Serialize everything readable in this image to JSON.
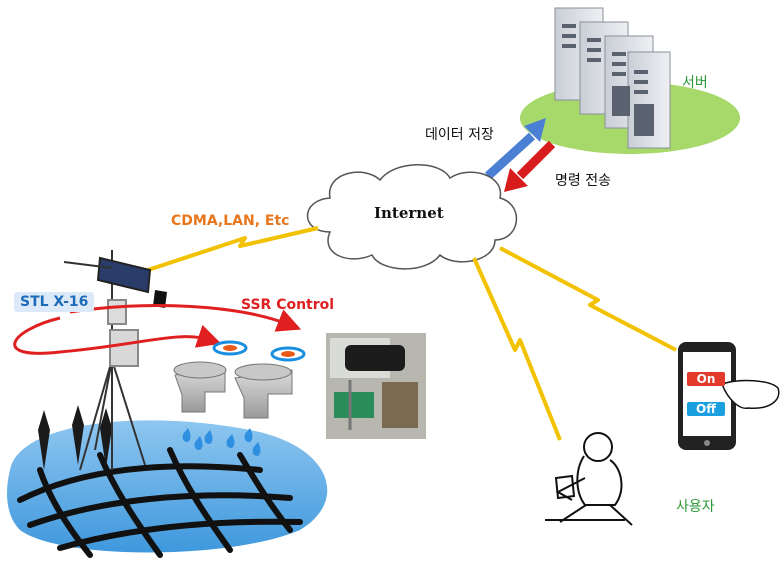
{
  "labels": {
    "internet": "Internet",
    "server": "서버",
    "data_store": "데이터  저장",
    "command_send": "명령 전송",
    "network": "CDMA,LAN,  Etc",
    "device": "STL X-16",
    "ssr": "SSR Control",
    "user": "사용자",
    "on_button": "On",
    "off_button": "Off"
  },
  "colors": {
    "link_yellow": "#f2c200",
    "ssr_red": "#e02020",
    "upload_arrow": "#4a7fd4",
    "command_arrow": "#d81c1c",
    "server_ellipse": "#a6d86a",
    "water": "#2f8fe0"
  }
}
